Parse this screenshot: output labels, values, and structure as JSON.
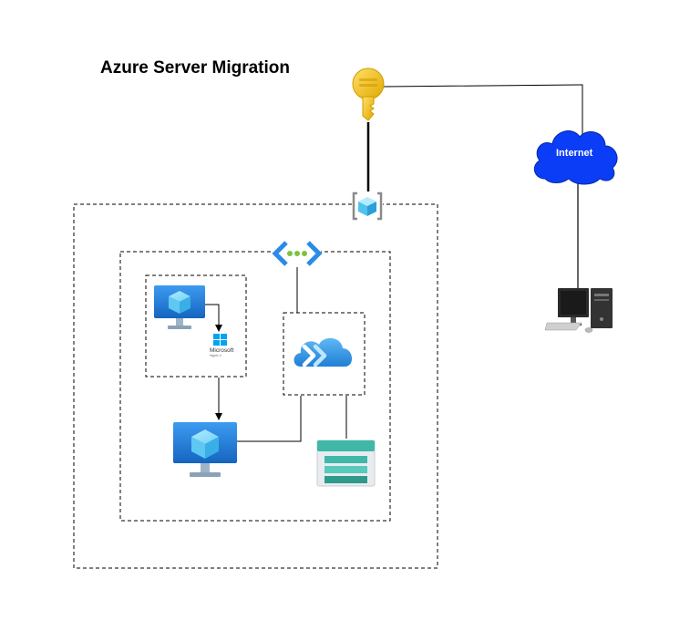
{
  "diagram": {
    "title": "Azure Server Migration",
    "internet_label": "Internet",
    "hyperv_label": "Microsoft",
    "hyperv_sublabel": "Hyper-V",
    "icons": {
      "key": "key-icon",
      "resource_group": "resource-group-icon",
      "virtual_network": "virtual-network-icon",
      "source_vm": "virtual-machine-icon",
      "hyperv": "windows-hyperv-icon",
      "migrate": "azure-migrate-icon",
      "target_vm": "virtual-machine-icon",
      "storage": "storage-account-icon",
      "internet": "cloud-icon",
      "workstation": "desktop-computer-icon"
    },
    "colors": {
      "key": "#F5C518",
      "cloud": "#0A3DF5",
      "azure_blue": "#1E88E5",
      "storage_teal": "#3FB8A8"
    }
  }
}
